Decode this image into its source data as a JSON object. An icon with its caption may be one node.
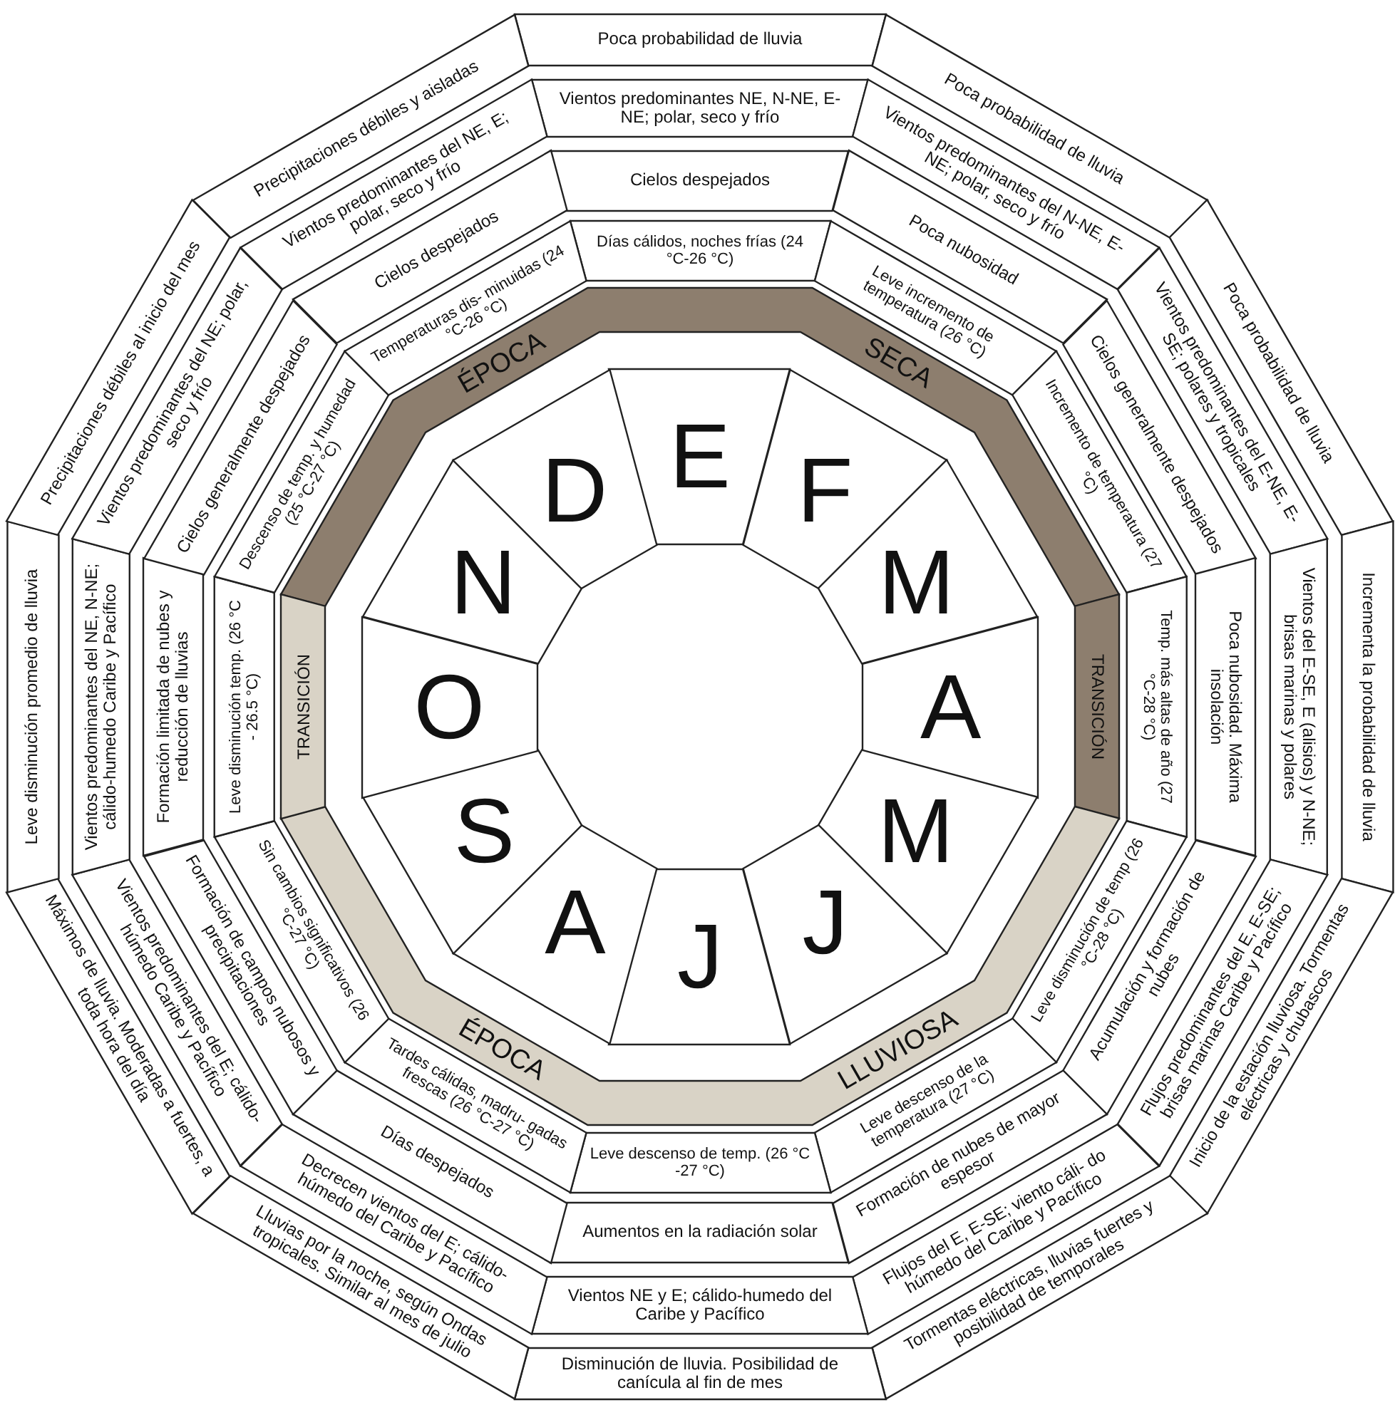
{
  "diagram": {
    "nodes": [
      {
        "text": [
          "Poca probabilidad de lluvia"
        ]
      },
      {
        "text": [
          "Vientos predominantes NE, N-NE, E-NE; polar, seco y frío"
        ]
      },
      {
        "text": [
          "Cielos despejados"
        ]
      },
      {
        "text": [
          "Días cálidos, noches frías (24 °C-26 °C)"
        ]
      },
      {
        "text": [
          "E"
        ]
      },
      {
        "text": [
          "Poca probabilidad de lluvia"
        ]
      },
      {
        "text": [
          "Vientos predominantes del N-NE, E-NE; polar, seco y frío"
        ]
      },
      {
        "text": [
          "Poca nubosidad"
        ]
      },
      {
        "text": [
          "Leve incremento de temperatura (26 °C)"
        ]
      },
      {
        "text": [
          "F"
        ]
      },
      {
        "text": [
          "Poca probabilidad de lluvia"
        ]
      },
      {
        "text": [
          "Vientos predominantes del E-NE, E-SE; polares y tropicales"
        ]
      },
      {
        "text": [
          "Cielos generalmente despejados"
        ]
      },
      {
        "text": [
          "Incremento de temperatura (27 °C)"
        ]
      },
      {
        "text": [
          "M"
        ]
      },
      {
        "text": [
          "Incrementa la probabilidad de lluvia"
        ]
      },
      {
        "text": [
          "Vientos del E-SE, E (alisios) y N-NE; brisas marinas y polares"
        ]
      },
      {
        "text": [
          "Poca nubosidad. Máxima insolación"
        ]
      },
      {
        "text": [
          "Temp. más altas de año (27 °C-28 °C)"
        ]
      },
      {
        "text": [
          "A"
        ]
      },
      {
        "text": [
          "Inicio de la estación lluviosa. Tormentas eléctricas y chubascos"
        ]
      },
      {
        "text": [
          "Flujos predominantes del E, E-SE; brisas marinas Caribe y Pacífico"
        ]
      },
      {
        "text": [
          "Acumulación y formación de nubes"
        ]
      },
      {
        "text": [
          "Leve disminución de temp (26 °C-28 °C)"
        ]
      },
      {
        "text": [
          "M"
        ]
      },
      {
        "text": [
          "Tormentas eléctricas, lluvias fuertes y posibilidad de temporales"
        ]
      },
      {
        "text": [
          "Flujos del E, E-SE; viento cáli- do húmedo del Caribe y Pacífico"
        ]
      },
      {
        "text": [
          "Formación de nubes de mayor espesor"
        ]
      },
      {
        "text": [
          "Leve descenso de la temperatura (27 °C)"
        ]
      },
      {
        "text": [
          "J"
        ]
      },
      {
        "text": [
          "Disminución de lluvia. Posibilidad de canícula al fin de mes"
        ]
      },
      {
        "text": [
          "Vientos NE y E; cálido-humedo del Caribe y Pacífico"
        ]
      },
      {
        "text": [
          "Aumentos en la radiación solar"
        ]
      },
      {
        "text": [
          "Leve descenso de temp. (26 °C -27 °C)"
        ]
      },
      {
        "text": [
          "J"
        ]
      },
      {
        "text": [
          "Lluvias por la noche, según Ondas tropicales. Similar al mes de julio"
        ]
      },
      {
        "text": [
          "Decrecen vientos del E; cálido-húmedo del Caribe y Pacífico"
        ]
      },
      {
        "text": [
          "Días despejados"
        ]
      },
      {
        "text": [
          "Tardes cálidas, madru- gadas frescas (26 °C-27 °C)"
        ]
      },
      {
        "text": [
          "A"
        ]
      },
      {
        "text": [
          "Máximos de lluvia. Moderadas a fuertes, a toda hora del día"
        ]
      },
      {
        "text": [
          "Vientos predominantes del E; cálido-húmedo Caribe y Pacífico"
        ]
      },
      {
        "text": [
          "Formación de campos nubosos y precipitaciones"
        ]
      },
      {
        "text": [
          "Sin cambios significativos (26 °C-27 °C)"
        ]
      },
      {
        "text": [
          "S"
        ]
      },
      {
        "text": [
          "Leve disminución promedio de lluvia"
        ]
      },
      {
        "text": [
          "Vientos predominantes del NE, N-NE; cálido-humedo Caribe y Pacífico"
        ]
      },
      {
        "text": [
          "Formación limitada de nubes y reducción de lluvias"
        ]
      },
      {
        "text": [
          "Leve disminución temp. (26 °C - 26.5 °C)"
        ]
      },
      {
        "text": [
          "O"
        ]
      },
      {
        "text": [
          "Precipitaciones débiles al inicio del mes"
        ]
      },
      {
        "text": [
          "Vientos predominantes del NE; polar, seco y frío"
        ]
      },
      {
        "text": [
          "Cielos generalmente despejados"
        ]
      },
      {
        "text": [
          "Descenso de temp. y humedad (25 °C-27 °C)"
        ]
      },
      {
        "text": [
          "N"
        ]
      },
      {
        "text": [
          "Precipitaciones débiles y aisladas"
        ]
      },
      {
        "text": [
          "Vientos predominantes del NE, E; polar, seco y frío"
        ]
      },
      {
        "text": [
          "Cielos despejados"
        ]
      },
      {
        "text": [
          "Temperaturas dis- minuidas (24 °C-26 °C)"
        ]
      },
      {
        "text": [
          "D"
        ]
      },
      {
        "text": [
          "ÉPOCA",
          "SECA"
        ]
      },
      {
        "text": [
          "TRANSICIÓN"
        ]
      },
      {
        "text": [
          "ÉPOCA",
          "LLUVIOSA"
        ]
      },
      {
        "text": [
          "TRANSICIÓN"
        ]
      }
    ]
  }
}
